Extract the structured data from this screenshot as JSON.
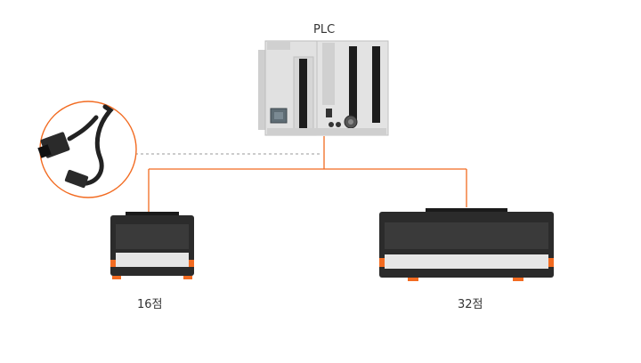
{
  "labels": {
    "plc": "PLC",
    "terminal_16": "16점",
    "terminal_32": "32점"
  },
  "colors": {
    "connection_line": "#f26b21",
    "dashed_line": "#9a9a9a",
    "plc_body": "#d9d9d9",
    "terminal_body": "#2b2b2b",
    "terminal_orange": "#f26b21"
  },
  "icons": {
    "plc": "plc-module-icon",
    "cable": "connector-cable-icon",
    "terminal_16": "terminal-block-16-icon",
    "terminal_32": "terminal-block-32-icon"
  }
}
